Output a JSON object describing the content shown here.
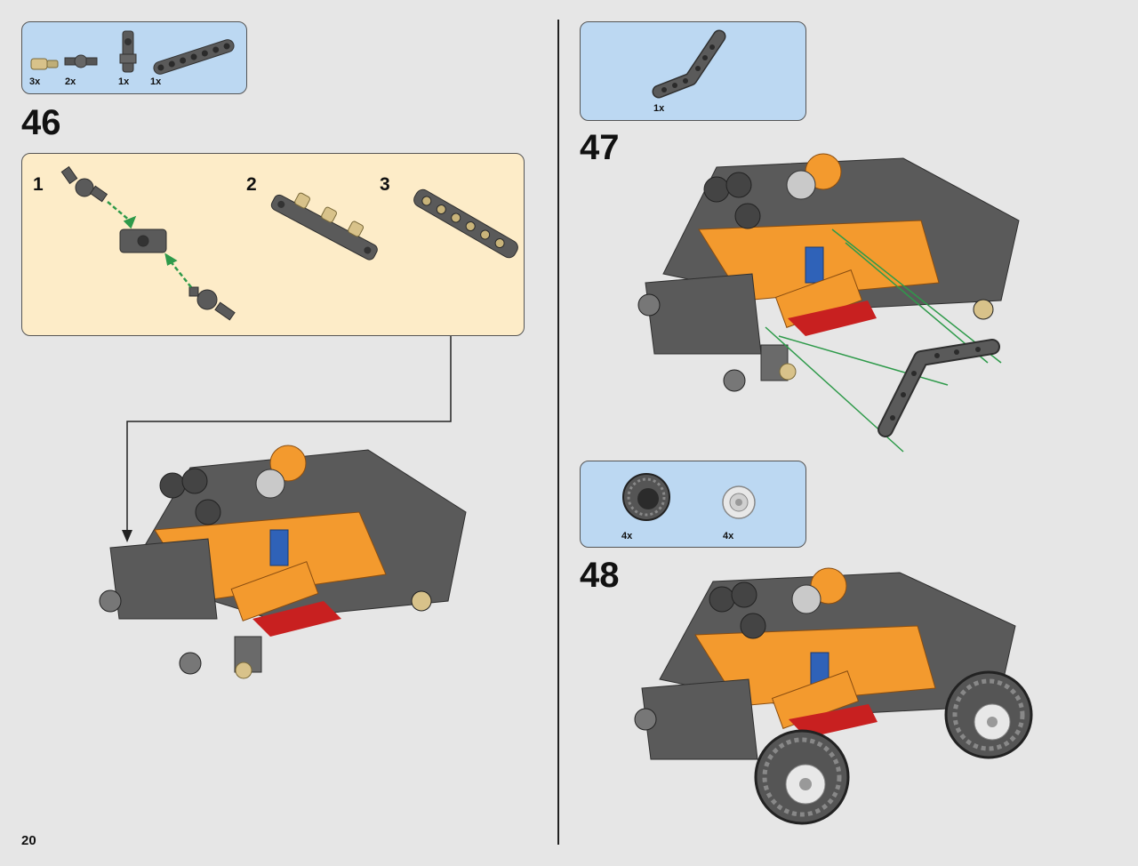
{
  "page_number": "20",
  "left": {
    "parts_list": [
      {
        "qty": "3x",
        "icon": "tan-axle-pin-icon"
      },
      {
        "qty": "2x",
        "icon": "axle-connector-icon"
      },
      {
        "qty": "1x",
        "icon": "cross-block-icon"
      },
      {
        "qty": "1x",
        "icon": "liftarm-beam-7-icon"
      }
    ],
    "step_number": "46",
    "substeps": [
      "1",
      "2",
      "3"
    ]
  },
  "right": {
    "step47": {
      "step_number": "47",
      "parts_list": [
        {
          "qty": "1x",
          "icon": "bent-liftarm-icon"
        }
      ]
    },
    "step48": {
      "step_number": "48",
      "parts_list": [
        {
          "qty": "4x",
          "icon": "tire-icon"
        },
        {
          "qty": "4x",
          "icon": "wheel-rim-icon"
        }
      ]
    }
  },
  "colors": {
    "parts_bg": "#bcd8f2",
    "callout_bg": "#fdecc8",
    "page_bg": "#e6e6e6",
    "orange": "#f39a2e",
    "dark_gray": "#595959",
    "green_guide": "#2e9a4a"
  }
}
